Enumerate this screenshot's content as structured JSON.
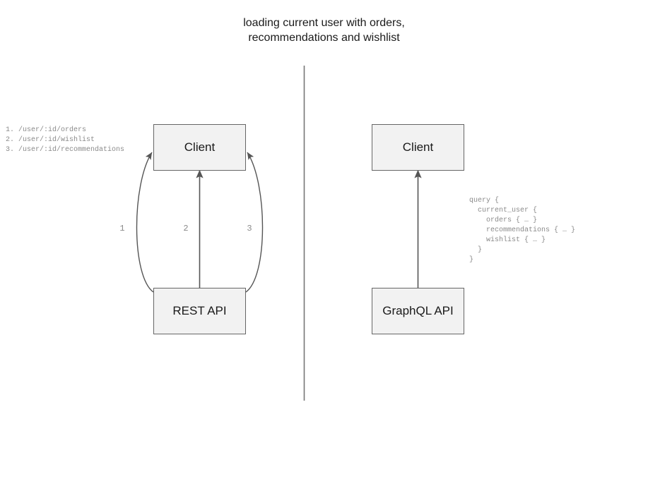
{
  "title": "loading current user with orders,\nrecommendations and wishlist",
  "divider": {
    "name": "vertical-divider",
    "color": "#777777"
  },
  "rest_side": {
    "client_label": "Client",
    "api_label": "REST API",
    "endpoints": "1. /user/:id/orders\n2. /user/:id/wishlist\n3. /user/:id/recommendations",
    "edge_labels": [
      "1",
      "2",
      "3"
    ]
  },
  "graphql_side": {
    "client_label": "Client",
    "api_label": "GraphQL API",
    "query": "query {\n  current_user {\n    orders { … }\n    recommendations { … }\n    wishlist { … }\n  }\n}"
  },
  "colors": {
    "box_fill": "#f2f2f2",
    "box_stroke": "#666666",
    "arrow": "#555555",
    "mono_text": "#8a8a8a",
    "title_text": "#1a1a1a"
  }
}
